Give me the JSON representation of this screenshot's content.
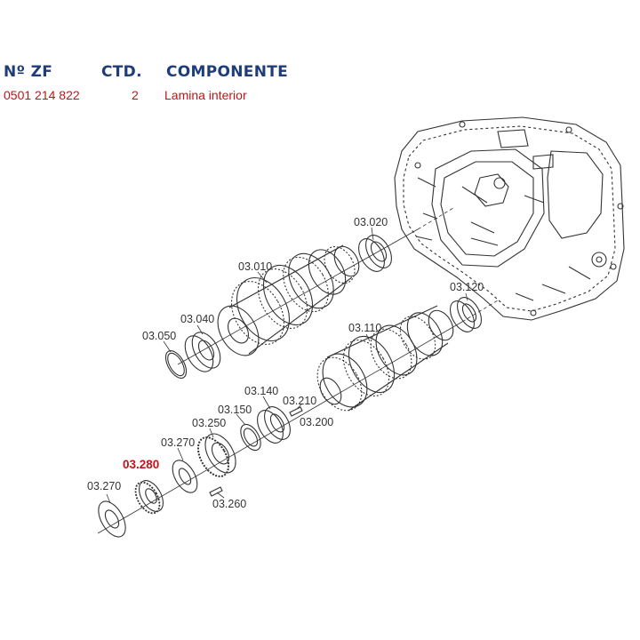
{
  "table": {
    "headers": {
      "part_number": "Nº ZF",
      "quantity": "CTD.",
      "component": "COMPONENTE"
    },
    "row": {
      "part_number": "0501 214 822",
      "quantity": "2",
      "component": "Lamina interior"
    }
  },
  "callouts": {
    "c03020": "03.020",
    "c03010": "03.010",
    "c03040": "03.040",
    "c03050": "03.050",
    "c03120": "03.120",
    "c03110": "03.110",
    "c03140": "03.140",
    "c03210": "03.210",
    "c03150": "03.150",
    "c03200": "03.200",
    "c03250": "03.250",
    "c03270a": "03.270",
    "c03280": "03.280",
    "c03270b": "03.270",
    "c03260": "03.260"
  },
  "colors": {
    "header": "#1f3d7a",
    "selected": "#c0141b",
    "lines": "#333333",
    "labels": "#333333"
  },
  "selected_callout": "03.280"
}
